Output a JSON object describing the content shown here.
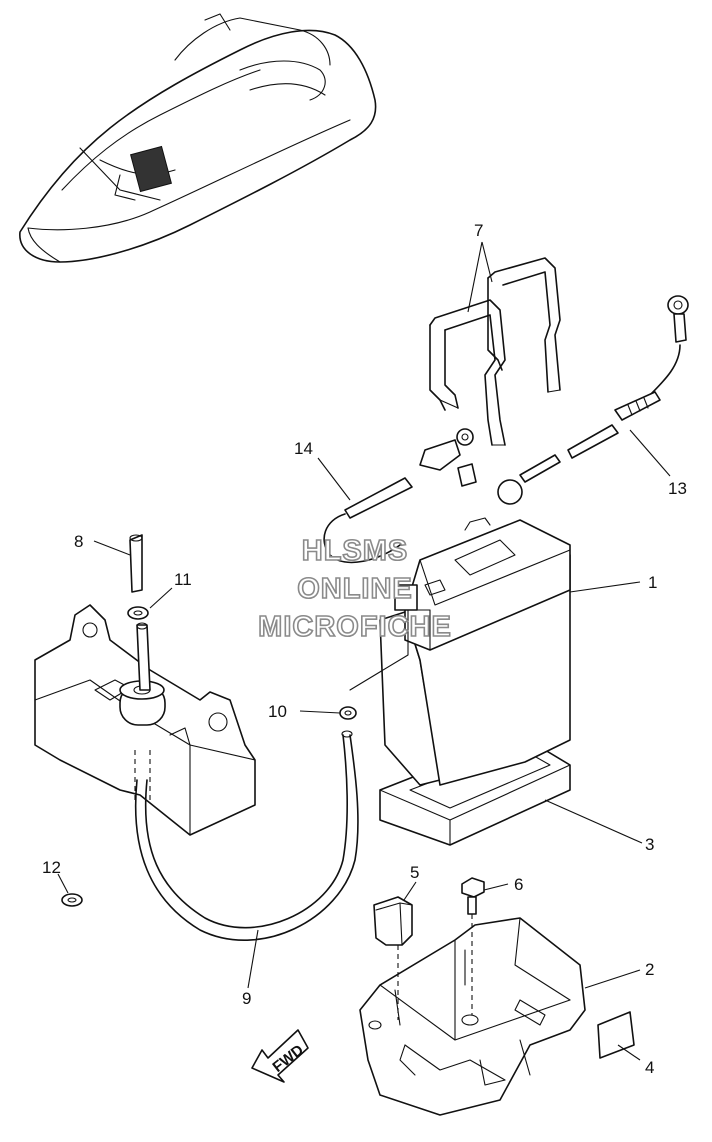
{
  "callouts": {
    "c1": "1",
    "c2": "2",
    "c3": "3",
    "c4": "4",
    "c5": "5",
    "c6": "6",
    "c7": "7",
    "c8": "8",
    "c9": "9",
    "c10": "10",
    "c11": "11",
    "c12": "12",
    "c13": "13",
    "c14": "14"
  },
  "watermark": {
    "line1": "HLSMS",
    "line2": "ONLINE",
    "line3": "MICROFICHE"
  },
  "fwd_label": "FWD"
}
